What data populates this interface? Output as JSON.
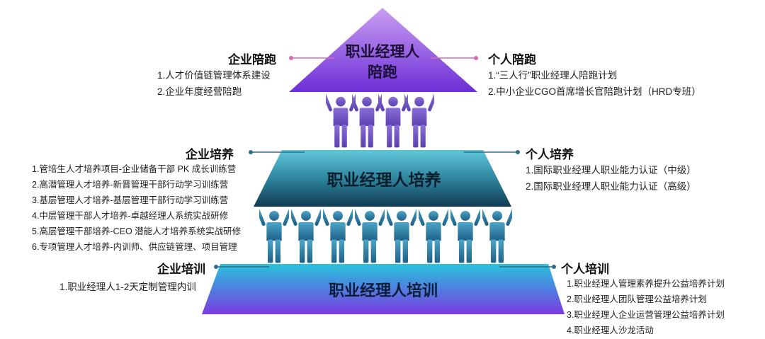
{
  "tiers": [
    {
      "title_line1": "职业经理人",
      "title_line2": "陪跑"
    },
    {
      "title": "职业经理人培养"
    },
    {
      "title": "职业经理人培训"
    }
  ],
  "left": [
    {
      "heading": "企业陪跑",
      "items": [
        "1.人才价值链管理体系建设",
        "2.企业年度经营陪跑"
      ]
    },
    {
      "heading": "企业培养",
      "items": [
        "1.管培生人才培养项目-企业储备干部 PK 成长训练营",
        "2.高潜管理人才培养-新晋管理干部行动学习训练营",
        "3.基层管理人才培养-基层管理干部行动学习训练营",
        "4.中层管理干部人才培养-卓越经理人系统实战研修",
        "5.高层管理干部培养-CEO 潜能人才培养系统实战研修",
        "6.专项管理人才培养-内训师、供应链管理、项目管理"
      ]
    },
    {
      "heading": "企业培训",
      "items": [
        "1.职业经理人1-2天定制管理内训"
      ]
    }
  ],
  "right": [
    {
      "heading": "个人陪跑",
      "items": [
        "1.“三人行”职业经理人陪跑计划",
        "2.中小企业CGO首席增长官陪跑计划（HRD专班）"
      ]
    },
    {
      "heading": "个人培养",
      "items": [
        "1.国际职业经理人职业能力认证（中级）",
        "2.国际职业经理人职业能力认证（高级）"
      ]
    },
    {
      "heading": "个人培训",
      "items": [
        "1.职业经理人管理素养提升公益培养计划",
        "2.职业经理人团队管理公益培养计划",
        "3.职业经理人企业运营管理公益培养计划",
        "4.职业经理人沙龙活动"
      ]
    }
  ],
  "colors": {
    "top_tier": [
      "#c99ef2",
      "#6d2fd6"
    ],
    "middle_tier": [
      "#5fc6d8",
      "#123a52"
    ],
    "bottom_tier": [
      "#29c3da",
      "#7b3be0"
    ],
    "connector_pink": "#d36ab5",
    "connector_blue": "#2f6d8f",
    "people_upper": "#7b5cc8",
    "people_lower": "#2f7fa8"
  },
  "icons": {
    "figure": "person-arms-raised-icon"
  }
}
